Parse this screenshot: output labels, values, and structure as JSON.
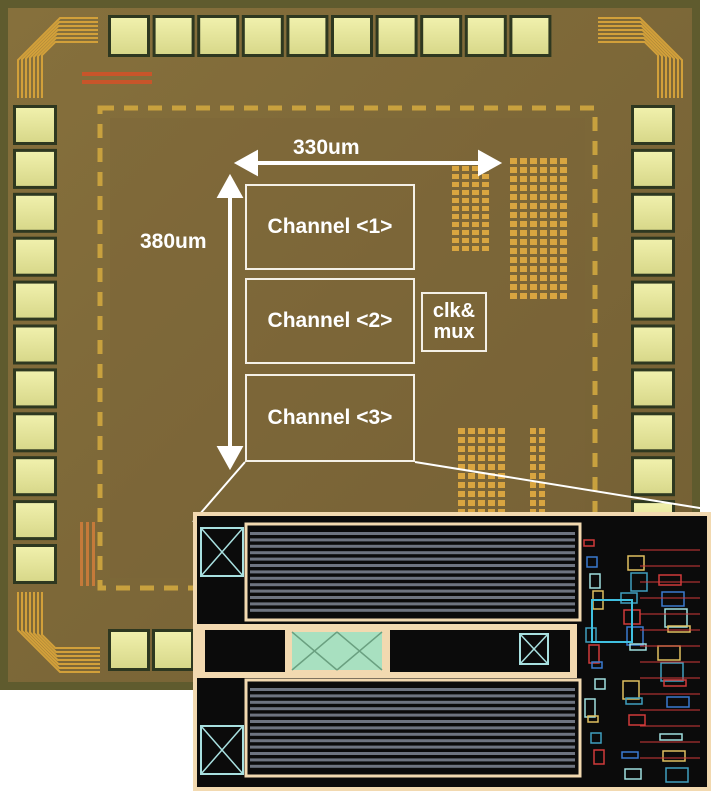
{
  "annotations": {
    "width_label": "330um",
    "height_label": "380um",
    "channels": [
      "Channel <1>",
      "Channel <2>",
      "Channel <3>"
    ],
    "clk_mux_line1": "clk&",
    "clk_mux_line2": "mux"
  },
  "colors": {
    "die": "#7d6a3c",
    "die_border": "#5e5a2e",
    "pad": "#e8e89a",
    "pad_outline": "#2e3820",
    "label": "#ffffff",
    "layout_bg": "#000000",
    "layout_frame": "#f2d9b0",
    "metal": "#6e7480"
  }
}
